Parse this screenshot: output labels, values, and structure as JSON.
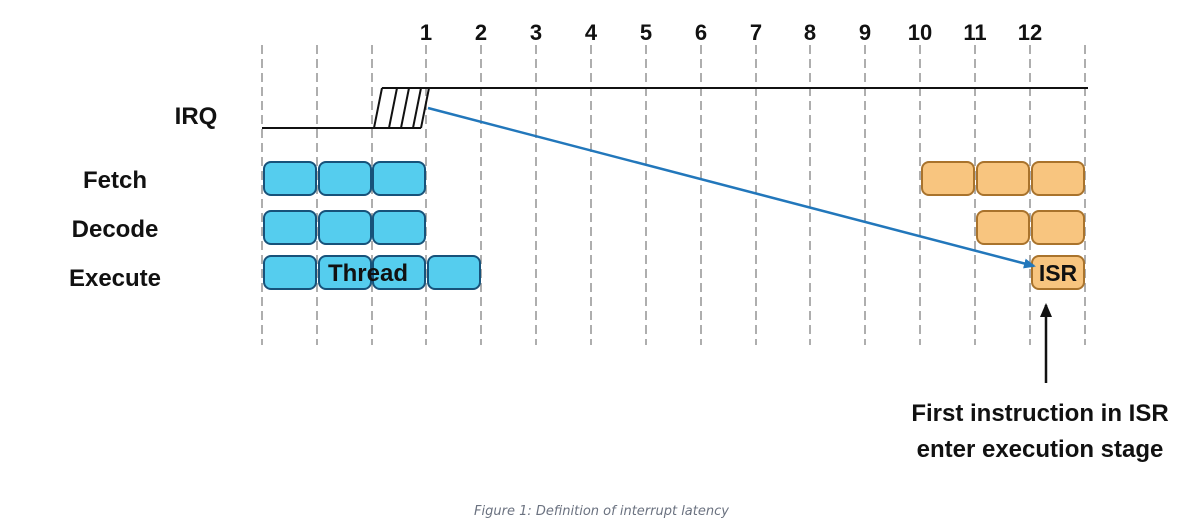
{
  "cycles": [
    "1",
    "2",
    "3",
    "4",
    "5",
    "6",
    "7",
    "8",
    "9",
    "10",
    "11",
    "12"
  ],
  "rows": {
    "irq": "IRQ",
    "fetch": "Fetch",
    "decode": "Decode",
    "execute": "Execute"
  },
  "blocks": {
    "thread_label": "Thread",
    "isr_label": "ISR"
  },
  "annotation": {
    "line1": "First instruction in ISR",
    "line2": "enter execution stage"
  },
  "caption": "Figure 1: Definition of interrupt latency",
  "colors": {
    "thread_fill": "#55cdee",
    "thread_stroke": "#17527a",
    "isr_fill": "#f8c57f",
    "isr_stroke": "#a9732c",
    "arrow": "#2277bb",
    "grid": "#9a9a9a"
  }
}
